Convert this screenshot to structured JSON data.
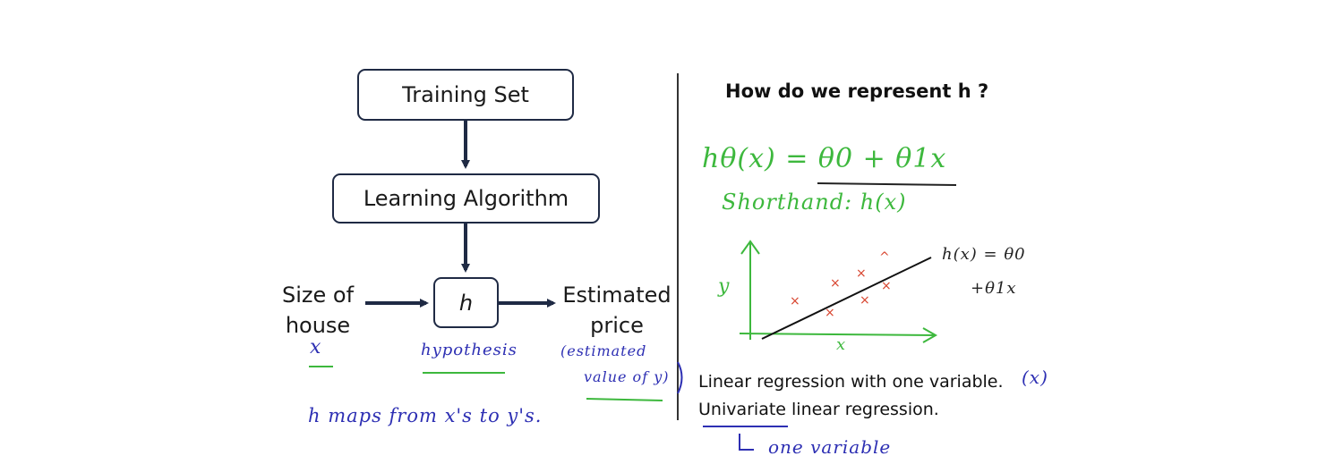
{
  "flowchart": {
    "training_set": "Training Set",
    "learning_algorithm": "Learning Algorithm",
    "h_box": "h",
    "input_label_line1": "Size of",
    "input_label_line2": "house",
    "output_label_line1": "Estimated",
    "output_label_line2": "price"
  },
  "left_notes": {
    "x": "x",
    "hypothesis": "hypothesis",
    "estimated_line1": "(estimated",
    "estimated_line2": "value of y)",
    "maps": "h   maps  from  x's  to y's."
  },
  "right": {
    "question": "How do we represent h ?",
    "formula": "hθ(x) = θ0 + θ1x",
    "shorthand": "Shorthand: h(x)",
    "plot_y": "y",
    "plot_x": "x",
    "line_label_1": "h(x) = θ0",
    "line_label_2": "+θ1x",
    "linear_regression": "Linear regression with one variable.",
    "linear_regression_note": "(x)",
    "univariate": "Univariate linear regression.",
    "one_variable": "one variable"
  },
  "colors": {
    "box_border": "#1f2a44",
    "handwriting_blue": "#2d2fb3",
    "handwriting_green": "#3db83d",
    "points_red": "#d8452f"
  }
}
